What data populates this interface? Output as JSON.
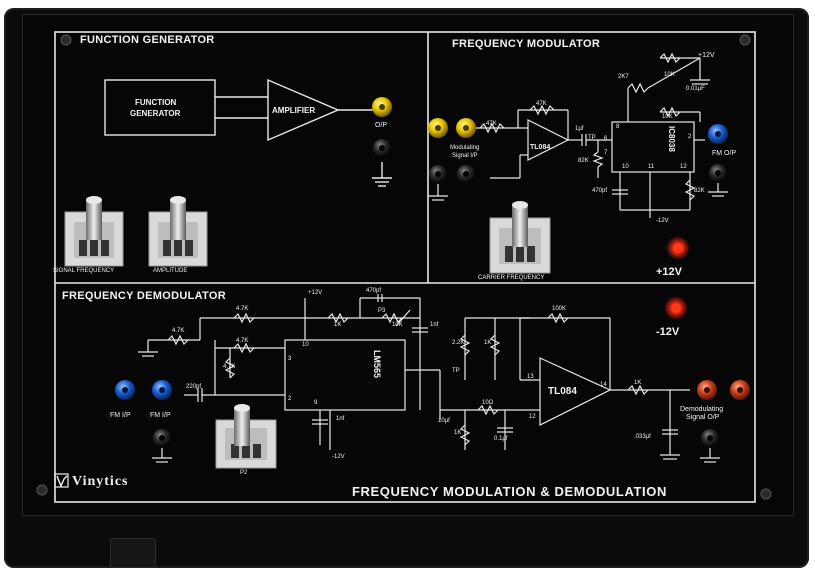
{
  "sections": {
    "function_generator": "FUNCTION GENERATOR",
    "frequency_modulator": "FREQUENCY MODULATOR",
    "frequency_demodulator": "FREQUENCY DEMODULATOR"
  },
  "blocks": {
    "function_generator_line1": "FUNCTION",
    "function_generator_line2": "GENERATOR",
    "amplifier": "AMPLIFIER"
  },
  "labels": {
    "op": "O/P",
    "signal_frequency": "SIGNAL FREQUENCY",
    "amplitude": "AMPLITUDE",
    "carrier_frequency": "CARRIER FREQUENCY",
    "modulating_signal_line1": "Modulating",
    "modulating_signal_line2": "Signal I/P",
    "fm_op": "FM O/P",
    "fm_ip_1": "FM I/P",
    "fm_ip_2": "FM I/P",
    "demod_line1": "Demodulating",
    "demod_line2": "Signal O/P",
    "p2": "P2",
    "tp_mod": "TP",
    "tp_demod": "TP"
  },
  "voltages": {
    "plus12_indicator": "+12V",
    "minus12_indicator": "-12V"
  },
  "components": {
    "r_47k_a": "47K",
    "r_47k_b": "47K",
    "tl084_mod": "TL084",
    "cap_1uf": "1µf",
    "r_82k_a": "82K",
    "ic8038": "IC8038",
    "r_2k7": "2K7",
    "r_10k_top": "10K",
    "plus12_mod": "+12V",
    "cap_001uf": "0.01µF",
    "r_10k_mid": "10K",
    "cap_470pf_mod": "470pf",
    "r_82k_b": "82K",
    "minus12_mod": "-12V",
    "pin8": "8",
    "pin6": "6",
    "pin7": "7",
    "pin10": "10",
    "pin11": "11",
    "pin12": "12",
    "pin2": "2",
    "plus12_demod": "+12V",
    "cap_470pf_demod": "470pf",
    "r_4k7_a": "4.7K",
    "r_4k7_b": "4.7K",
    "r_4k7_c": "4.7K",
    "r_4k7_d": "4.7K",
    "r_1k_a": "1K",
    "p3": "P3",
    "r_10k_demod": "10K",
    "cap_1nf_a": "1nf",
    "lm565": "LM565",
    "pin3": "3",
    "pin10_demod": "10",
    "pin2_demod": "2",
    "pin9": "9",
    "cap_220pf": "220pf",
    "cap_1nf_b": "1nf",
    "minus12_demod": "-12V",
    "r_22k": "2.2K",
    "r_1k_b": "1K",
    "r_100k": "100K",
    "tl084_demod": "TL084",
    "pin13": "13",
    "pin14": "14",
    "pin12_demod": "12",
    "r_10ohm": "10Ω",
    "cap_10uf": "10µf",
    "r_1k_c": "1K",
    "cap_01uf": "0.1µf",
    "r_1k_d": "1K",
    "cap_033uf": ".033µf"
  },
  "brand": "Vinytics",
  "footer_title": "FREQUENCY MODULATION & DEMODULATION",
  "colors": {
    "yellow_socket": "#e8c400",
    "blue_socket": "#1a5fd0",
    "red_socket": "#c8401e",
    "black_socket": "#1c1c1c",
    "led_red": "#ff2a10",
    "panel_line": "#e8e8e8"
  }
}
